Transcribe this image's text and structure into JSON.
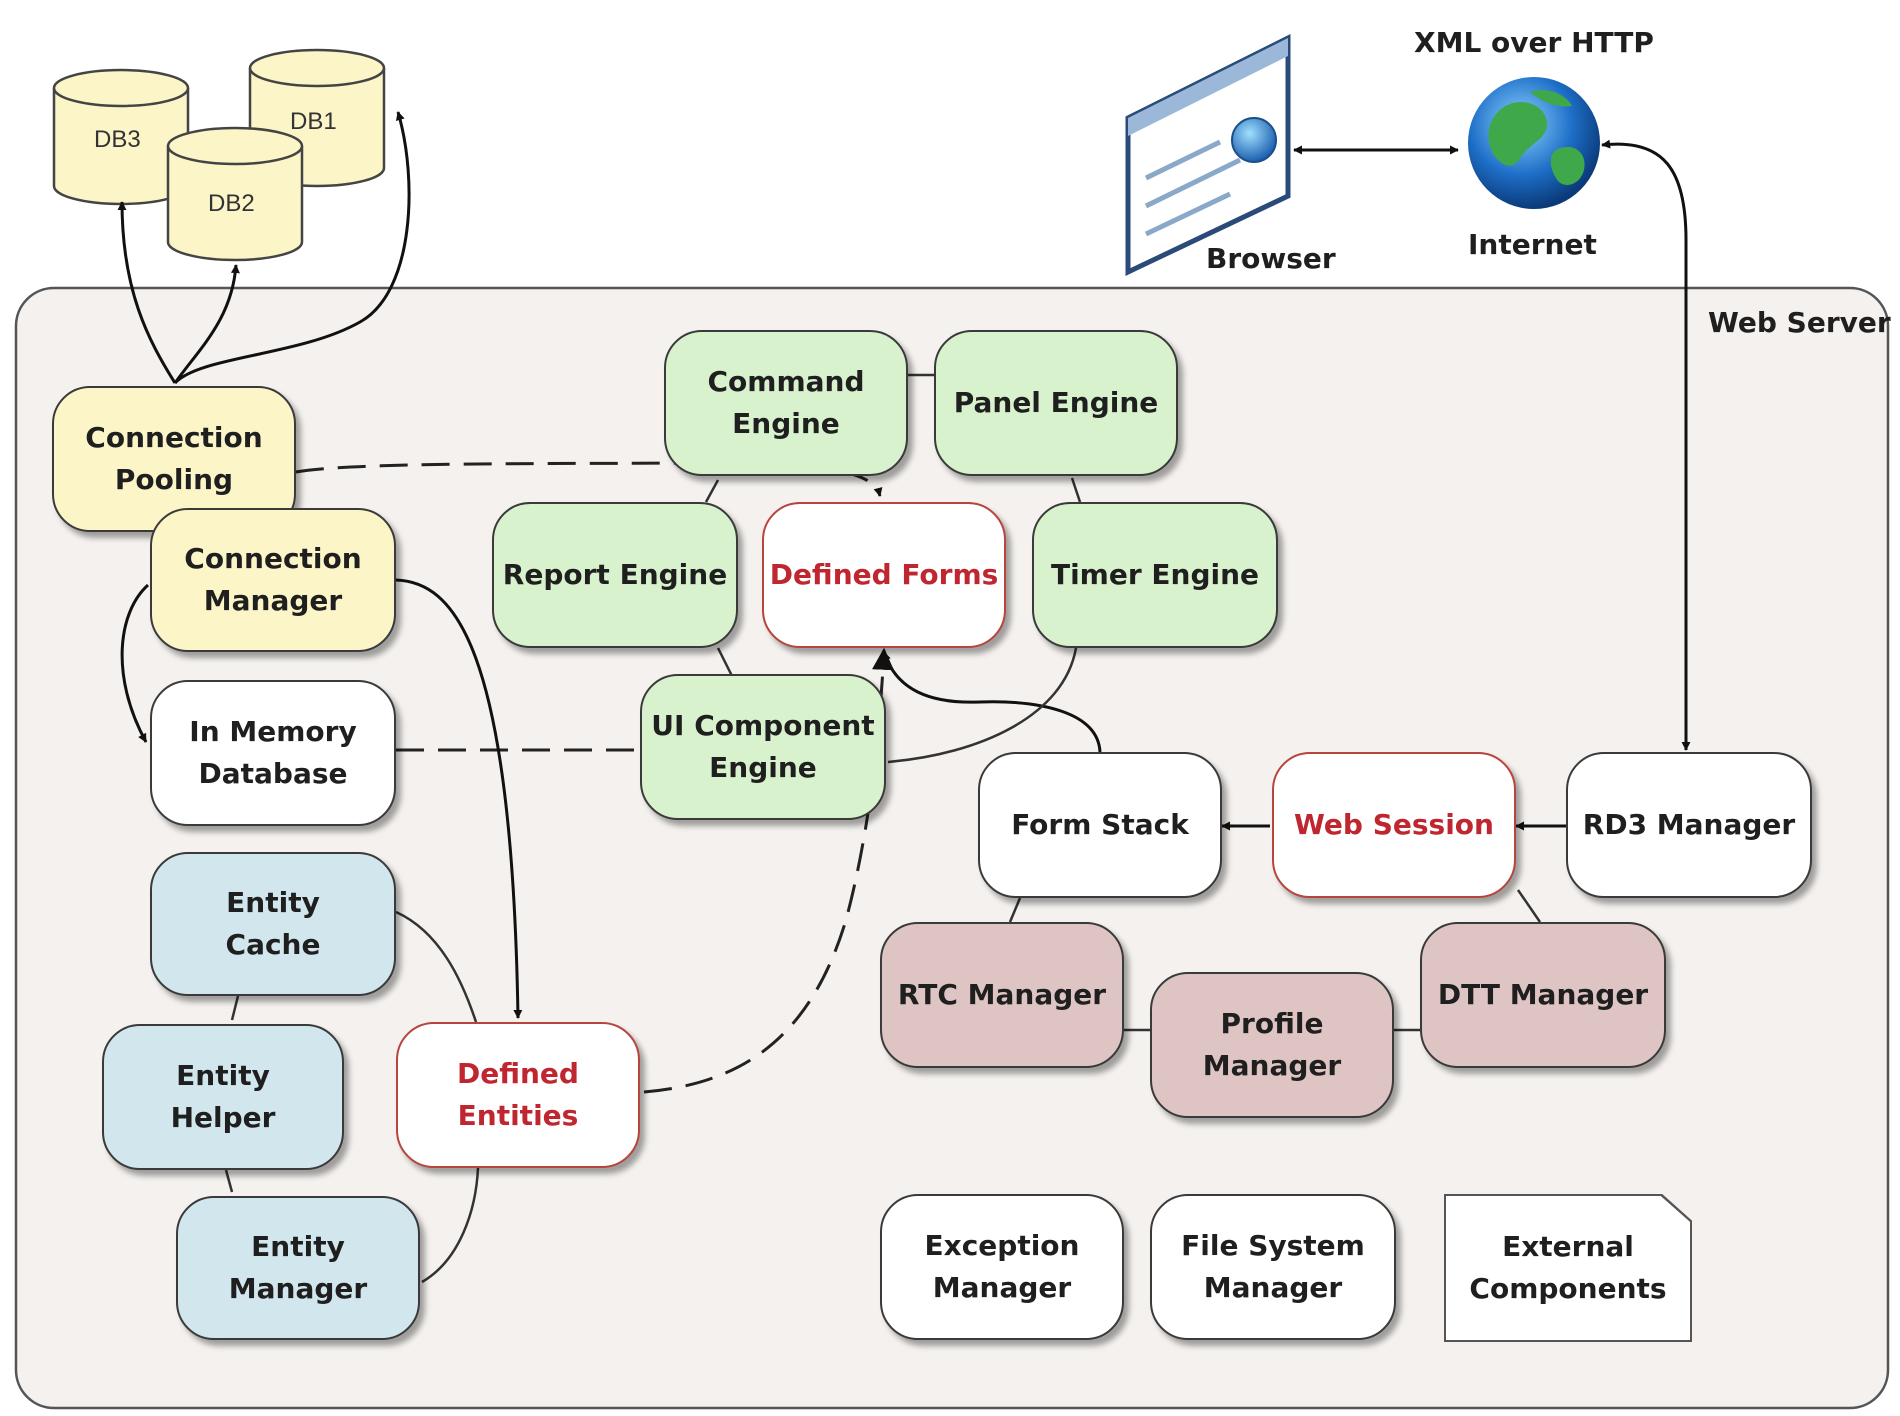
{
  "labels": {
    "xml_over_http": "XML over HTTP",
    "browser": "Browser",
    "internet": "Internet",
    "web_server": "Web Server"
  },
  "databases": {
    "db1": "DB1",
    "db2": "DB2",
    "db3": "DB3"
  },
  "nodes": {
    "connection_pooling": "Connection\nPooling",
    "connection_manager": "Connection\nManager",
    "in_memory_database": "In Memory\nDatabase",
    "entity_cache": "Entity\nCache",
    "entity_helper": "Entity\nHelper",
    "entity_manager": "Entity\nManager",
    "defined_entities": "Defined\nEntities",
    "command_engine": "Command\nEngine",
    "panel_engine": "Panel Engine",
    "report_engine": "Report Engine",
    "defined_forms": "Defined Forms",
    "timer_engine": "Timer Engine",
    "ui_component_engine": "UI Component\nEngine",
    "form_stack": "Form Stack",
    "web_session": "Web Session",
    "rd3_manager": "RD3 Manager",
    "rtc_manager": "RTC Manager",
    "profile_manager": "Profile\nManager",
    "dtt_manager": "DTT Manager",
    "exception_manager": "Exception\nManager",
    "file_system_manager": "File System\nManager",
    "external_components": "External\nComponents"
  },
  "colors": {
    "database_fill": "#fbf5c8",
    "connection_fill": "#fbf5c8",
    "engine_fill": "#d8f2ce",
    "entity_fill": "#d2e6ee",
    "manager_fill": "#dfc4c4",
    "highlight_text": "#c0262f",
    "server_fill": "#f4f1ee"
  },
  "icons": {
    "browser": "browser-window-icon",
    "internet": "globe-icon"
  }
}
